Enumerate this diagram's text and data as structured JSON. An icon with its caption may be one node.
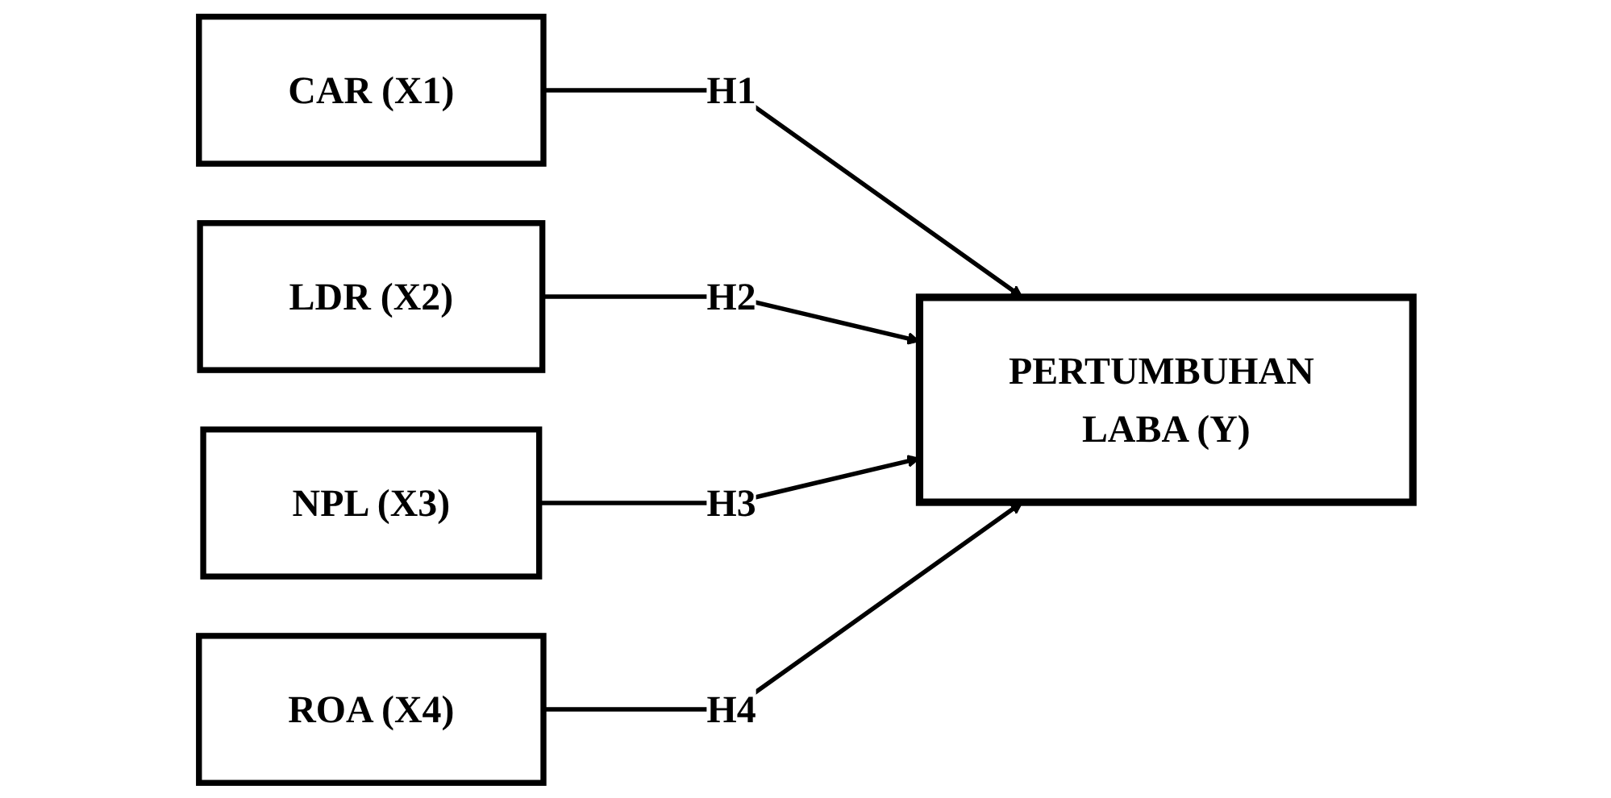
{
  "diagram": {
    "nodes": [
      {
        "text": [
          "CAR (X1)"
        ]
      },
      {
        "text": [
          "LDR (X2)"
        ]
      },
      {
        "text": [
          "NPL (X3)"
        ]
      },
      {
        "text": [
          "ROA (X4)"
        ]
      },
      {
        "text": [
          "PERTUMBUHAN LABA (Y)"
        ]
      }
    ],
    "edges": [
      {
        "from": 0,
        "to": 4,
        "arrow": "to",
        "label": "H1"
      },
      {
        "from": 1,
        "to": 4,
        "arrow": "to",
        "label": "H2"
      },
      {
        "from": 2,
        "to": 4,
        "arrow": "to",
        "label": "H3"
      },
      {
        "from": 3,
        "to": 4,
        "arrow": "to",
        "label": "H4"
      }
    ]
  }
}
